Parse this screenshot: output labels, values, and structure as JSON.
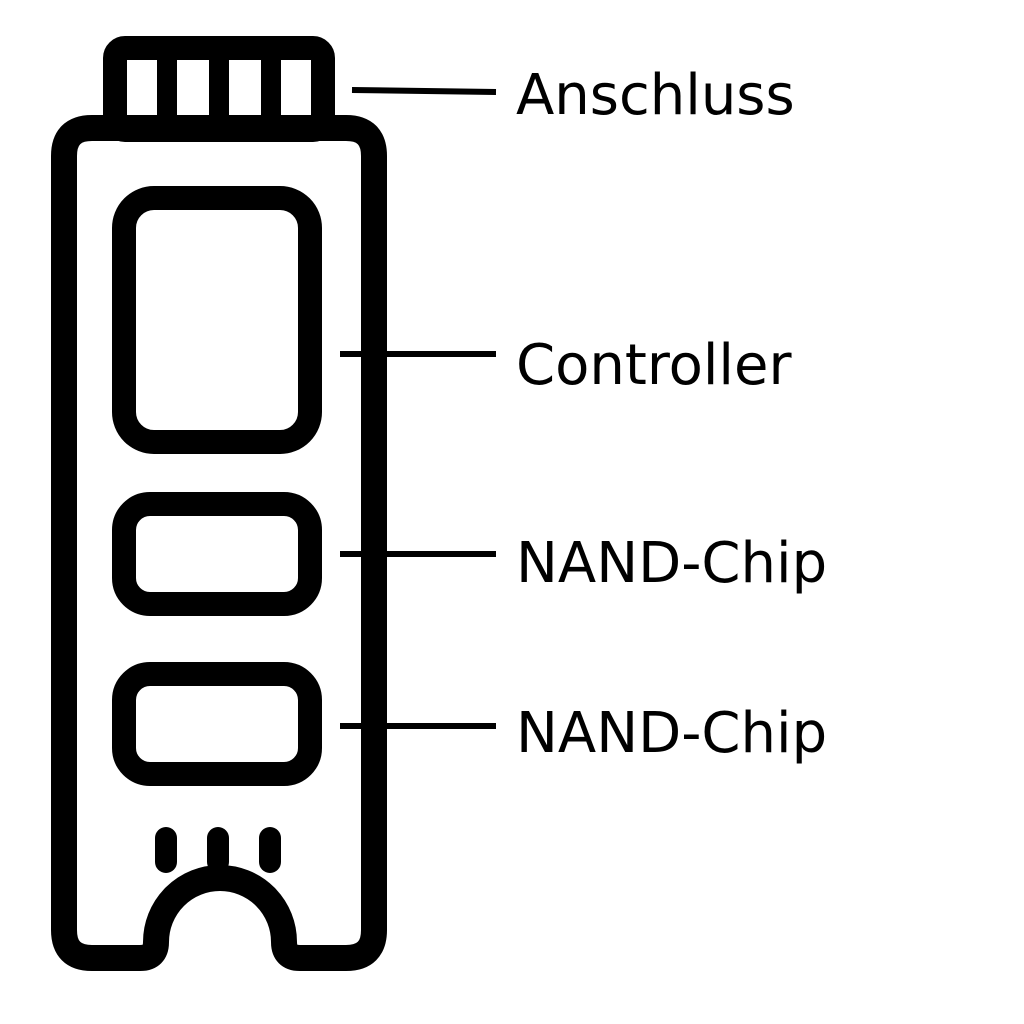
{
  "colors": {
    "stroke": "#000000",
    "background": "#ffffff"
  },
  "labels": {
    "connector": "Anschluss",
    "controller": "Controller",
    "nand_chip_1": "NAND-Chip",
    "nand_chip_2": "NAND-Chip"
  }
}
